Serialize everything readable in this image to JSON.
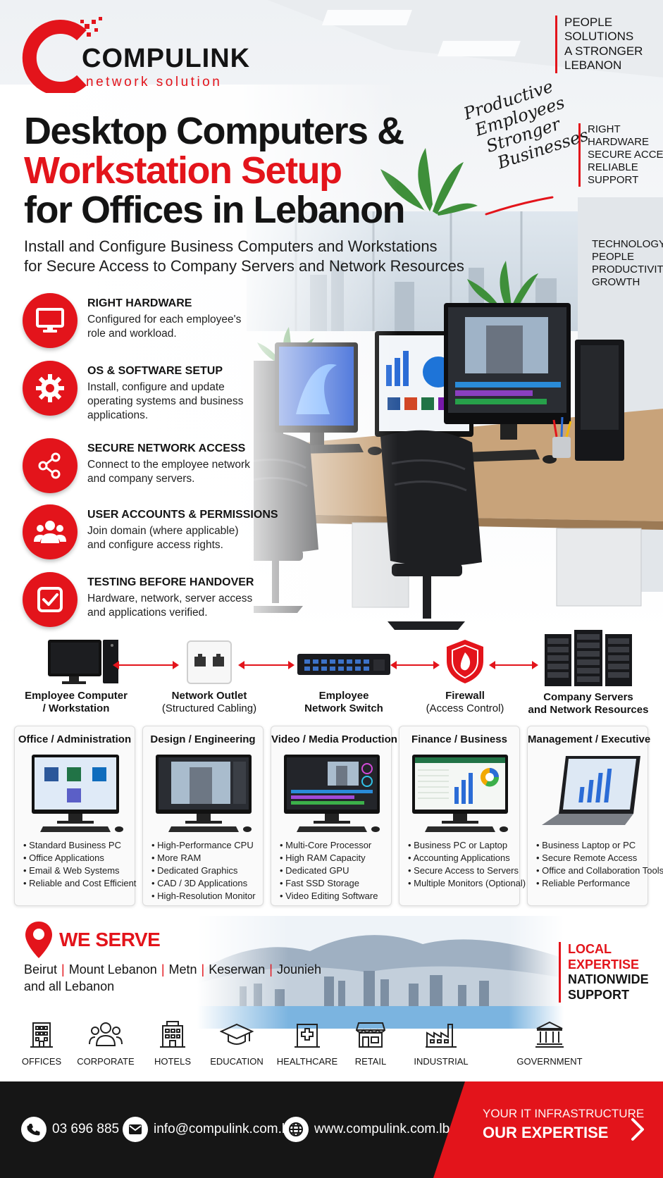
{
  "brand": {
    "name": "COMPULINK",
    "sub": "network solution",
    "accent": "#e3141b",
    "dark": "#161616"
  },
  "taglines": {
    "top": [
      "PEOPLE",
      "SOLUTIONS",
      "A STRONGER",
      "LEBANON"
    ],
    "middle": [
      "RIGHT",
      "HARDWARE",
      "SECURE ACCESS",
      "RELIABLE",
      "SUPPORT"
    ],
    "lower": [
      "TECHNOLOGY",
      "PEOPLE",
      "PRODUCTIVITY",
      "GROWTH"
    ],
    "script": [
      "Productive",
      "Employees",
      "Stronger",
      "Businesses"
    ]
  },
  "headline": {
    "line1": "Desktop Computers &",
    "line2": "Workstation Setup",
    "line3": "for Offices in Lebanon",
    "sub1": "Install and Configure Business Computers and Workstations",
    "sub2": "for Secure Access to Company Servers and Network Resources"
  },
  "features": [
    {
      "icon": "monitor-icon",
      "title": "RIGHT HARDWARE",
      "desc": "Configured for each employee's role and workload."
    },
    {
      "icon": "gear-icon",
      "title": "OS & SOFTWARE SETUP",
      "desc": "Install, configure and update operating systems and business applications."
    },
    {
      "icon": "share-network-icon",
      "title": "SECURE NETWORK ACCESS",
      "desc": "Connect to the employee network and company servers."
    },
    {
      "icon": "users-icon",
      "title": "USER ACCOUNTS & PERMISSIONS",
      "desc": "Join domain (where applicable) and configure access rights."
    },
    {
      "icon": "checkbox-icon",
      "title": "TESTING BEFORE HANDOVER",
      "desc": "Hardware, network, server access and applications verified."
    }
  ],
  "flow": [
    {
      "icon": "computer-tower-icon",
      "title1": "Employee Computer",
      "title2": "/ Workstation",
      "sub": ""
    },
    {
      "icon": "network-outlet-icon",
      "title1": "Network Outlet",
      "title2": "",
      "sub": "(Structured Cabling)"
    },
    {
      "icon": "network-switch-icon",
      "title1": "Employee",
      "title2": "Network Switch",
      "sub": ""
    },
    {
      "icon": "firewall-shield-icon",
      "title1": "Firewall",
      "title2": "",
      "sub": "(Access Control)"
    },
    {
      "icon": "server-rack-icon",
      "title1": "Company Servers",
      "title2": "and Network Resources",
      "sub": ""
    }
  ],
  "cards": [
    {
      "title": "Office / Administration",
      "items": [
        "Standard Business PC",
        "Office Applications",
        "Email & Web Systems",
        "Reliable and Cost Efficient"
      ]
    },
    {
      "title": "Design / Engineering",
      "items": [
        "High-Performance CPU",
        "More RAM",
        "Dedicated Graphics",
        "CAD / 3D Applications",
        "High-Resolution Monitor"
      ]
    },
    {
      "title": "Video / Media Production",
      "items": [
        "Multi-Core Processor",
        "High RAM Capacity",
        "Dedicated GPU",
        "Fast SSD Storage",
        "Video Editing Software"
      ]
    },
    {
      "title": "Finance / Business",
      "items": [
        "Business PC or Laptop",
        "Accounting Applications",
        "Secure Access to Servers",
        "Multiple Monitors (Optional)"
      ]
    },
    {
      "title": "Management / Executive",
      "items": [
        "Business Laptop or PC",
        "Secure Remote Access",
        "Office and Collaboration Tools",
        "Reliable Performance"
      ]
    }
  ],
  "serve": {
    "title": "WE SERVE",
    "areas": [
      "Beirut",
      "Mount Lebanon",
      "Metn",
      "Keserwan",
      "Jounieh"
    ],
    "tail": "and all Lebanon",
    "tag": [
      "LOCAL",
      "EXPERTISE",
      "NATIONWIDE",
      "SUPPORT"
    ]
  },
  "industries": [
    {
      "icon": "office-building-icon",
      "label": "OFFICES"
    },
    {
      "icon": "corporate-people-icon",
      "label": "CORPORATE"
    },
    {
      "icon": "hotel-icon",
      "label": "HOTELS"
    },
    {
      "icon": "graduation-cap-icon",
      "label": "EDUCATION"
    },
    {
      "icon": "hospital-icon",
      "label": "HEALTHCARE"
    },
    {
      "icon": "storefront-icon",
      "label": "RETAIL"
    },
    {
      "icon": "factory-icon",
      "label": "INDUSTRIAL"
    },
    {
      "icon": "government-building-icon",
      "label": "GOVERNMENT"
    }
  ],
  "footer": {
    "phone": "03 696 885",
    "email": "info@compulink.com.lb",
    "web": "www.compulink.com.lb",
    "tag1": "YOUR IT INFRASTRUCTURE",
    "tag2": "OUR EXPERTISE"
  }
}
